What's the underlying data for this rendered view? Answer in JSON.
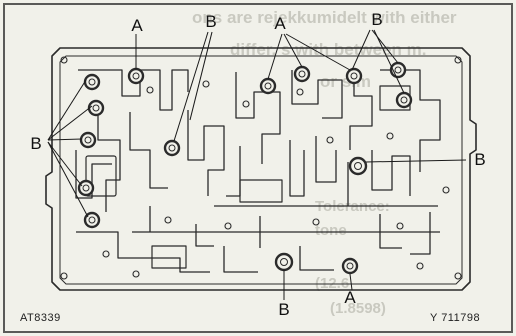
{
  "background_text": {
    "line1": "ons are rejekkumidelt with either",
    "line2": "differ. s with between m.",
    "line3": "or sim",
    "table_frag1": "Tolerance:",
    "table_frag2": "tone",
    "table_frag3": "(12.6",
    "table_frag4": "(1.8598)"
  },
  "figure_code": "AT8339",
  "figure_ref": "Y 711798",
  "callouts": {
    "a": "A",
    "b": "B"
  },
  "colors": {
    "ink": "#2b2b2b",
    "paper": "#f1f1ea",
    "faded": "#c9c9c0"
  }
}
